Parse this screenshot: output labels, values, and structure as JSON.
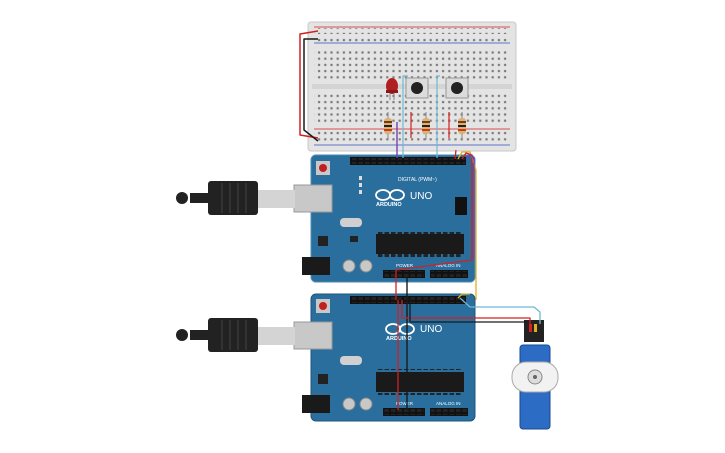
{
  "board1": {
    "brand": "ARDUINO",
    "model": "UNO",
    "digital_header": "DIGITAL (PWM~)",
    "power_header": "POWER",
    "analog_header": "ANALOG IN"
  },
  "board2": {
    "brand": "ARDUINO",
    "model": "UNO",
    "power_header": "POWER",
    "analog_header": "ANALOG IN"
  },
  "colors": {
    "board": "#2a6e9e",
    "breadboard": "#e6e6e6",
    "wire_red": "#d42020",
    "wire_black": "#1a1a1a",
    "wire_cyan": "#6fb8d6",
    "wire_purple": "#7a3fb0",
    "wire_yellow": "#e0b020",
    "servo": "#2c6cc4",
    "led": "#b02020"
  },
  "components": {
    "led": "red-led",
    "buttons": [
      "pushbutton",
      "pushbutton"
    ],
    "resistors": [
      "resistor",
      "resistor",
      "resistor"
    ],
    "servo": "micro-servo",
    "usb_cables": [
      "usb-b-cable",
      "usb-b-cable"
    ]
  }
}
